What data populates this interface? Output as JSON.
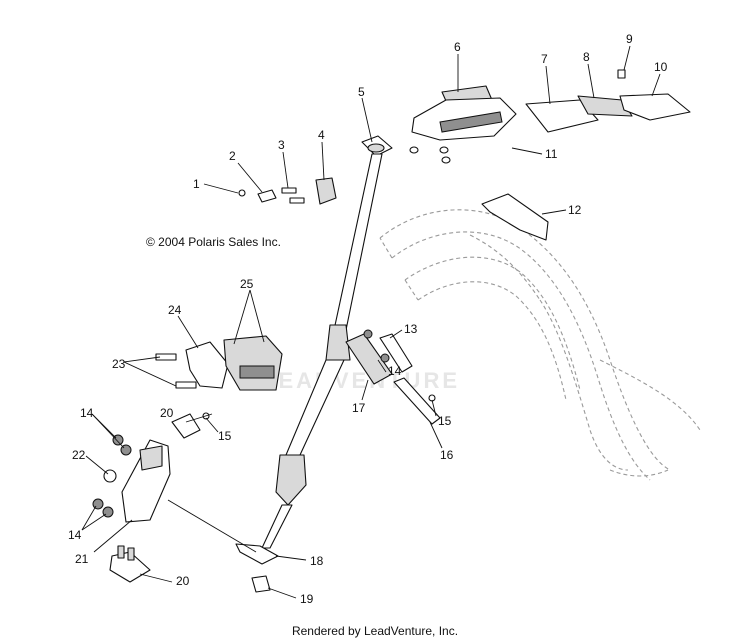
{
  "diagram": {
    "copyright": "© 2004 Polaris Sales Inc.",
    "footer": "Rendered by LeadVenture, Inc.",
    "watermark": "LEADVENTURE",
    "callouts": [
      "1",
      "2",
      "3",
      "4",
      "5",
      "6",
      "7",
      "8",
      "9",
      "10",
      "11",
      "12",
      "13",
      "14",
      "14",
      "14",
      "15",
      "15",
      "16",
      "17",
      "18",
      "19",
      "20",
      "20",
      "21",
      "22",
      "23",
      "24",
      "25"
    ]
  }
}
